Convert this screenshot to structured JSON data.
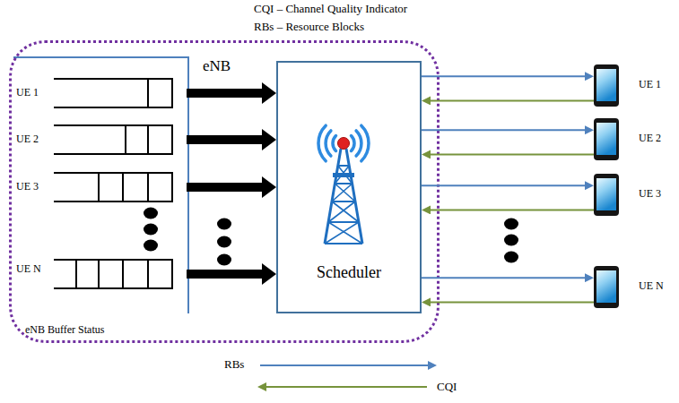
{
  "diagram": {
    "nodes": [
      {
        "text": [
          "eNB"
        ]
      },
      {
        "text": [
          "eNB Buffer Status"
        ],
        "in": 0
      },
      {
        "text": [
          "UE 1"
        ],
        "in": 1
      },
      {
        "text": [
          "UE 2"
        ],
        "in": 1
      },
      {
        "text": [
          "UE 3"
        ],
        "in": 1
      },
      {
        "text": [
          "UE N"
        ],
        "in": 1
      },
      {
        "text": [
          "Scheduler"
        ],
        "in": 0
      },
      {
        "text": [
          "UE 1"
        ]
      },
      {
        "text": [
          "UE 2"
        ]
      },
      {
        "text": [
          "UE 3"
        ]
      },
      {
        "text": [
          "UE N"
        ]
      }
    ],
    "edges": [
      {
        "from": 2,
        "to": 6,
        "arrow": "to"
      },
      {
        "from": 3,
        "to": 6,
        "arrow": "to"
      },
      {
        "from": 4,
        "to": 6,
        "arrow": "to"
      },
      {
        "from": 5,
        "to": 6,
        "arrow": "to"
      },
      {
        "from": 6,
        "to": 7,
        "arrow": "to"
      },
      {
        "from": 7,
        "to": 6,
        "arrow": "to"
      },
      {
        "from": 6,
        "to": 8,
        "arrow": "to"
      },
      {
        "from": 8,
        "to": 6,
        "arrow": "to"
      },
      {
        "from": 6,
        "to": 9,
        "arrow": "to"
      },
      {
        "from": 9,
        "to": 6,
        "arrow": "to"
      },
      {
        "from": 6,
        "to": 10,
        "arrow": "to"
      },
      {
        "from": 10,
        "to": 6,
        "arrow": "to"
      }
    ],
    "labels": [
      "CQI – Channel Quality Indicator",
      "RBs – Resource Blocks"
    ],
    "legend": [
      {
        "text": "RBs"
      },
      {
        "text": "CQI"
      }
    ]
  }
}
